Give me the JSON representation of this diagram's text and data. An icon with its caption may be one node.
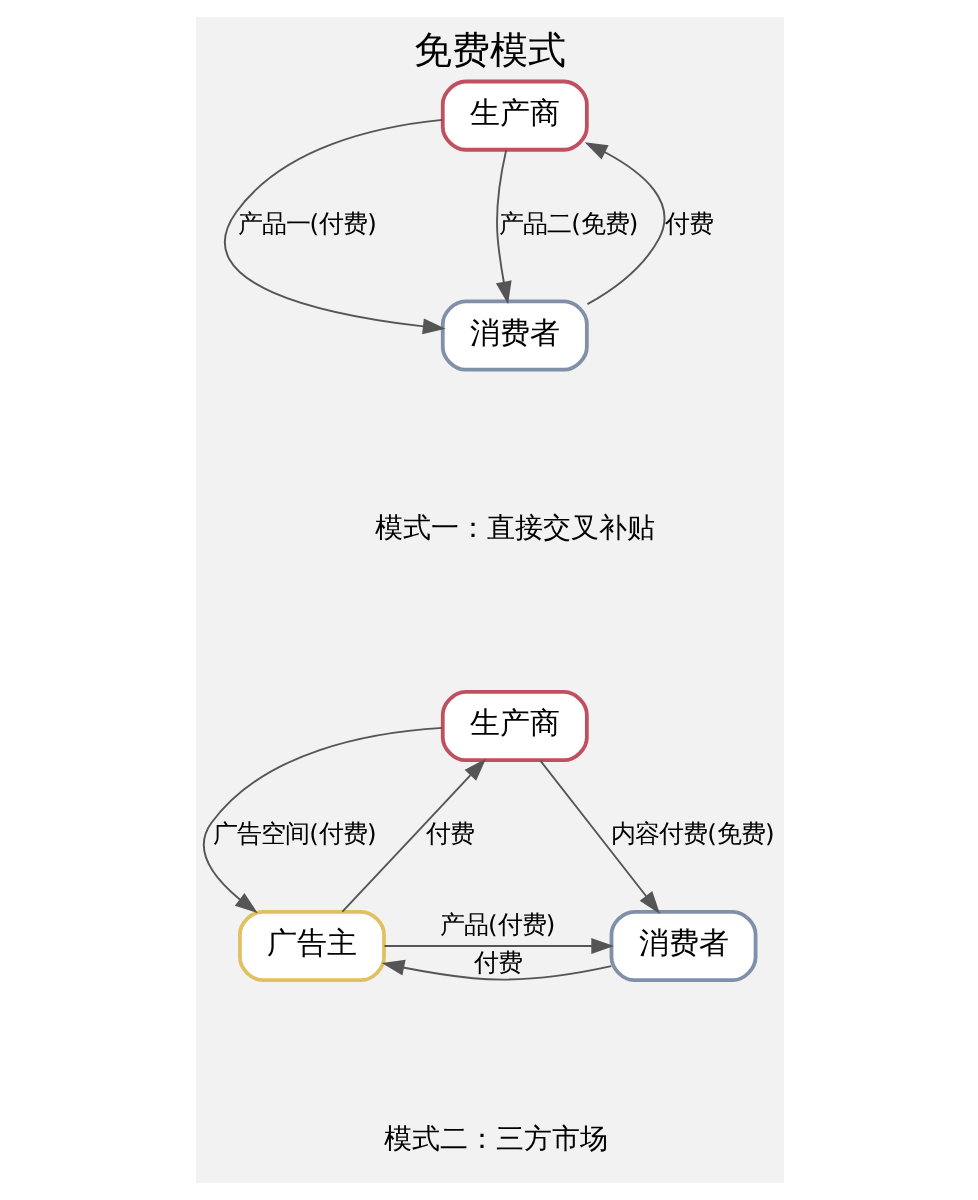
{
  "diagram": {
    "title": "免费模式",
    "nodes": [
      {
        "text": [
          "生产商"
        ]
      },
      {
        "text": [
          "消费者"
        ]
      },
      {
        "text": [
          "生产商"
        ]
      },
      {
        "text": [
          "广告主"
        ]
      },
      {
        "text": [
          "消费者"
        ]
      }
    ],
    "edges": [
      {
        "from": 0,
        "to": 1,
        "arrow": "to",
        "label": "产品一(付费)"
      },
      {
        "from": 0,
        "to": 1,
        "arrow": "to",
        "label": "产品二(免费)"
      },
      {
        "from": 1,
        "to": 0,
        "arrow": "to",
        "label": "付费"
      },
      {
        "from": 2,
        "to": 3,
        "arrow": "to",
        "label": "广告空间(付费)"
      },
      {
        "from": 3,
        "to": 2,
        "arrow": "to",
        "label": "付费"
      },
      {
        "from": 2,
        "to": 4,
        "arrow": "to",
        "label": "内容付费(免费)"
      },
      {
        "from": 4,
        "to": 3,
        "arrow": "to",
        "label": "付费"
      },
      {
        "from": 3,
        "to": 4,
        "arrow": "to",
        "label": "产品(付费)"
      }
    ],
    "labels": [
      "模式一：直接交叉补贴",
      "模式二：三方市场"
    ]
  }
}
